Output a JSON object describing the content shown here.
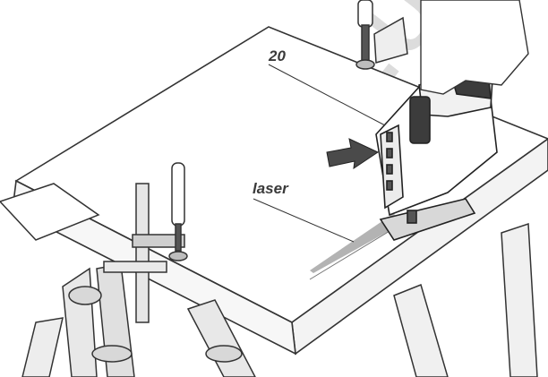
{
  "labels": {
    "part_number": "20",
    "laser": "laser"
  },
  "watermark": {
    "text": ".com.u",
    "color": "#d9d9d9"
  },
  "colors": {
    "line": "#333333",
    "tool_dark": "#3c3c3c",
    "arrow": "#4a4a4a",
    "laser_beam": "#9a9a9a"
  }
}
